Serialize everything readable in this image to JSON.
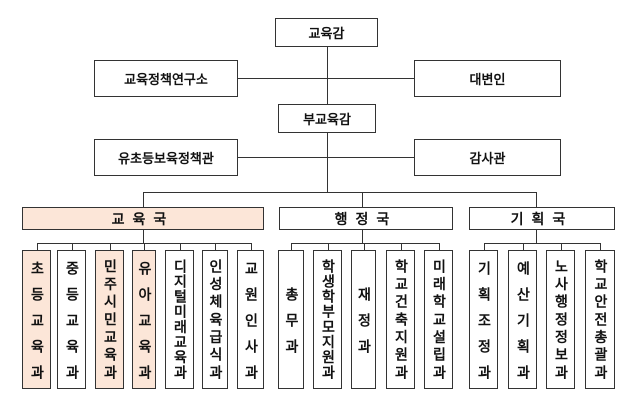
{
  "top": {
    "superintendent": "교육감",
    "research_institute": "교육정책연구소",
    "spokesperson": "대변인",
    "deputy": "부교육감",
    "early_childhood_policy": "유초등보육정책관",
    "auditor": "감사관"
  },
  "bureaus": [
    {
      "name": "교육국",
      "highlight": true,
      "divisions": [
        {
          "name": "초등교육과",
          "highlight": true
        },
        {
          "name": "중등교육과",
          "highlight": false
        },
        {
          "name": "민주시민교육과",
          "highlight": true
        },
        {
          "name": "유아교육과",
          "highlight": true
        },
        {
          "name": "디지털미래교육과",
          "highlight": false
        },
        {
          "name": "인성체육급식과",
          "highlight": false
        },
        {
          "name": "교원인사과",
          "highlight": false
        }
      ]
    },
    {
      "name": "행정국",
      "highlight": false,
      "divisions": [
        {
          "name": "총무과",
          "highlight": false
        },
        {
          "name": "학생학부모지원과",
          "highlight": false
        },
        {
          "name": "재정과",
          "highlight": false
        },
        {
          "name": "학교건축지원과",
          "highlight": false
        },
        {
          "name": "미래학교설립과",
          "highlight": false
        }
      ]
    },
    {
      "name": "기획국",
      "highlight": false,
      "divisions": [
        {
          "name": "기획조정과",
          "highlight": false
        },
        {
          "name": "예산기획과",
          "highlight": false
        },
        {
          "name": "노사행정정보과",
          "highlight": false
        },
        {
          "name": "학교안전총괄과",
          "highlight": false
        }
      ]
    }
  ],
  "colors": {
    "highlight": "#fce6d8",
    "line": "#333333"
  }
}
